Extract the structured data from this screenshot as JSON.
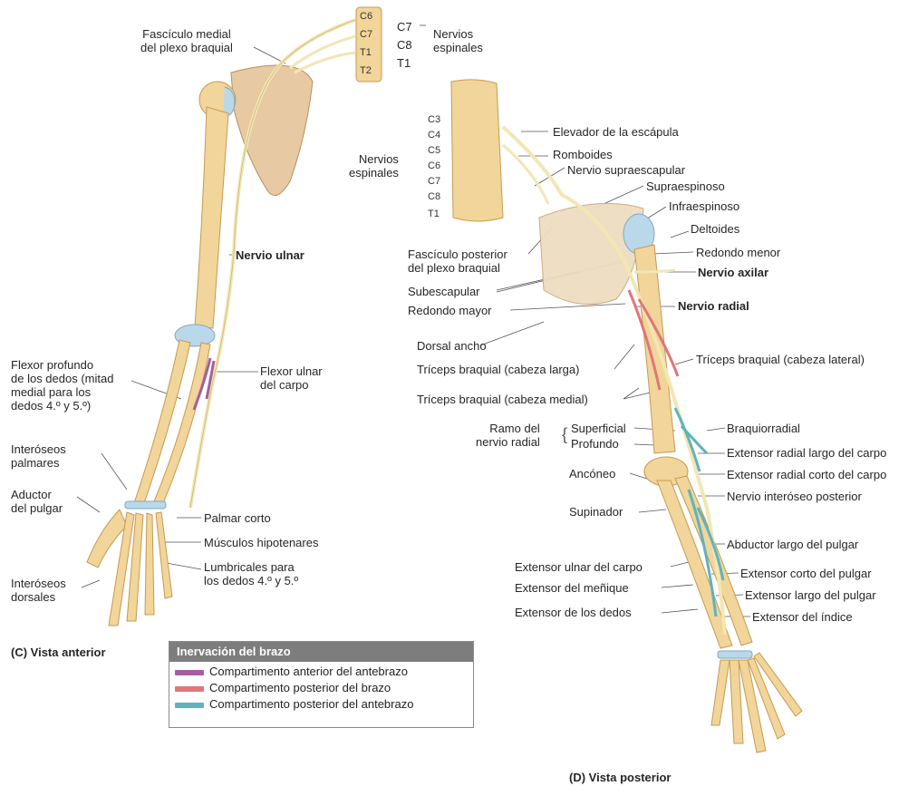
{
  "panel_c": {
    "caption": "(C) Vista anterior",
    "labels": {
      "fasciculo_medial": [
        "Fascículo medial",
        "del plexo braquial"
      ],
      "nervios_espinales": [
        "Nervios",
        "espinales"
      ],
      "vertebrae": [
        "C6",
        "C7",
        "T1",
        "T2"
      ],
      "roots": [
        "C7",
        "C8",
        "T1"
      ],
      "nervio_ulnar": "Nervio ulnar",
      "flexor_profundo": [
        "Flexor profundo",
        "de los dedos (mitad",
        "medial para los",
        "dedos 4.º y 5.º)"
      ],
      "flexor_ulnar": [
        "Flexor ulnar",
        "del carpo"
      ],
      "interoseos_palmares": [
        "Interóseos",
        "palmares"
      ],
      "aductor_pulgar": [
        "Aductor",
        "del pulgar"
      ],
      "palmar_corto": "Palmar corto",
      "musculos_hipotenares": "Músculos hipotenares",
      "lumbricales": [
        "Lumbricales para",
        "los dedos 4.º y 5.º"
      ],
      "interoseos_dorsales": [
        "Interóseos",
        "dorsales"
      ]
    }
  },
  "panel_d": {
    "caption": "(D) Vista posterior",
    "labels": {
      "vertebrae": [
        "C3",
        "C4",
        "C5",
        "C6",
        "C7",
        "C8",
        "T1"
      ],
      "nervios_espinales": [
        "Nervios",
        "espinales"
      ],
      "elevador": "Elevador de la escápula",
      "romboides": "Romboides",
      "supraescapular": "Nervio supraescapular",
      "supraespinoso": "Supraespinoso",
      "infraespinoso": "Infraespinoso",
      "deltoides": "Deltoides",
      "redondo_menor": "Redondo menor",
      "nervio_axilar": "Nervio axilar",
      "fasciculo_posterior": [
        "Fascículo posterior",
        "del plexo braquial"
      ],
      "subescapular": "Subescapular",
      "redondo_mayor": "Redondo mayor",
      "nervio_radial": "Nervio radial",
      "dorsal_ancho": "Dorsal ancho",
      "triceps_larga": "Tríceps braquial (cabeza larga)",
      "triceps_lateral": "Tríceps braquial (cabeza lateral)",
      "triceps_medial": "Tríceps braquial (cabeza medial)",
      "ramo": [
        "Ramo del",
        "nervio radial"
      ],
      "superficial": "Superficial",
      "profundo": "Profundo",
      "braquiorradial": "Braquiorradial",
      "ext_rad_largo": "Extensor radial largo del carpo",
      "anconeo": "Ancóneo",
      "ext_rad_corto": "Extensor radial corto del carpo",
      "interoseo_post": "Nervio interóseo posterior",
      "supinador": "Supinador",
      "abductor_largo": "Abductor largo del pulgar",
      "ext_ulnar": "Extensor ulnar del carpo",
      "ext_corto_pulgar": "Extensor corto del pulgar",
      "ext_menique": "Extensor del meñique",
      "ext_largo_pulgar": "Extensor largo del pulgar",
      "ext_dedos": "Extensor de los dedos",
      "ext_indice": "Extensor del índice"
    }
  },
  "legend": {
    "title": "Inervación del brazo",
    "items": [
      {
        "label": "Compartimento  anterior del antebrazo",
        "color": "#a35fa0"
      },
      {
        "label": "Compartimento  posterior del brazo",
        "color": "#e0767a"
      },
      {
        "label": "Compartimento  posterior del antebrazo",
        "color": "#5fb3be"
      }
    ]
  },
  "colors": {
    "bone": "#f1d59a",
    "bone_stroke": "#c79a52",
    "scapula": "#e7c9a3",
    "nerve": "#f3e6b5",
    "cartilage": "#b9d9ea"
  }
}
